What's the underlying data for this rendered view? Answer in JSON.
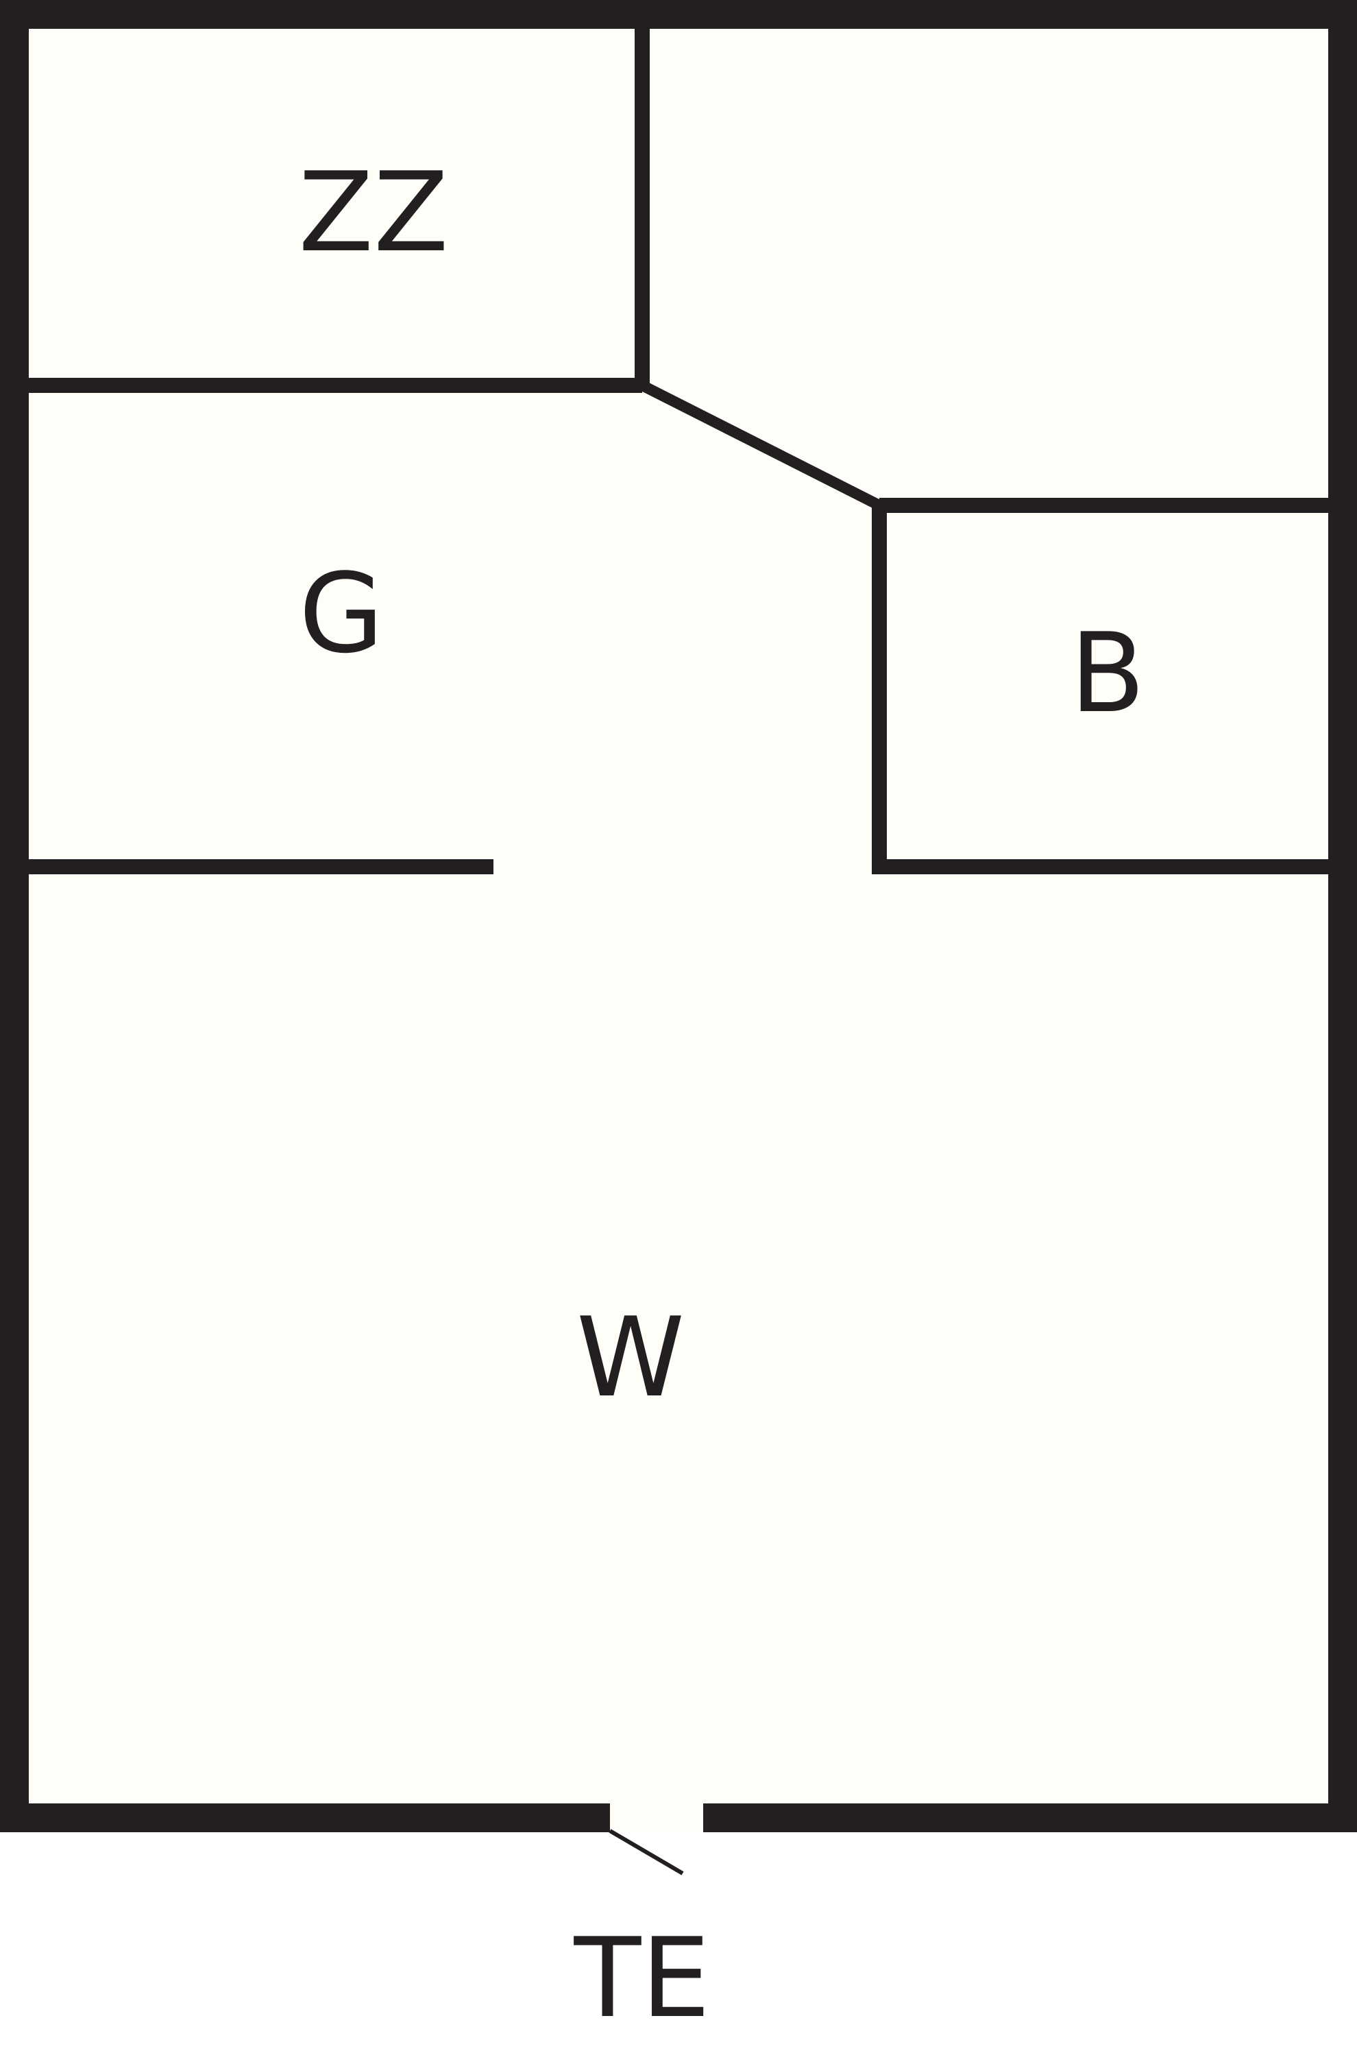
{
  "colors": {
    "wall": "#231f20",
    "floor": "#fefef9",
    "background": "#ffffff"
  },
  "rooms": {
    "zz": "ZZ",
    "g": "G",
    "b": "B",
    "w": "W"
  },
  "entrance": {
    "label": "TE"
  }
}
